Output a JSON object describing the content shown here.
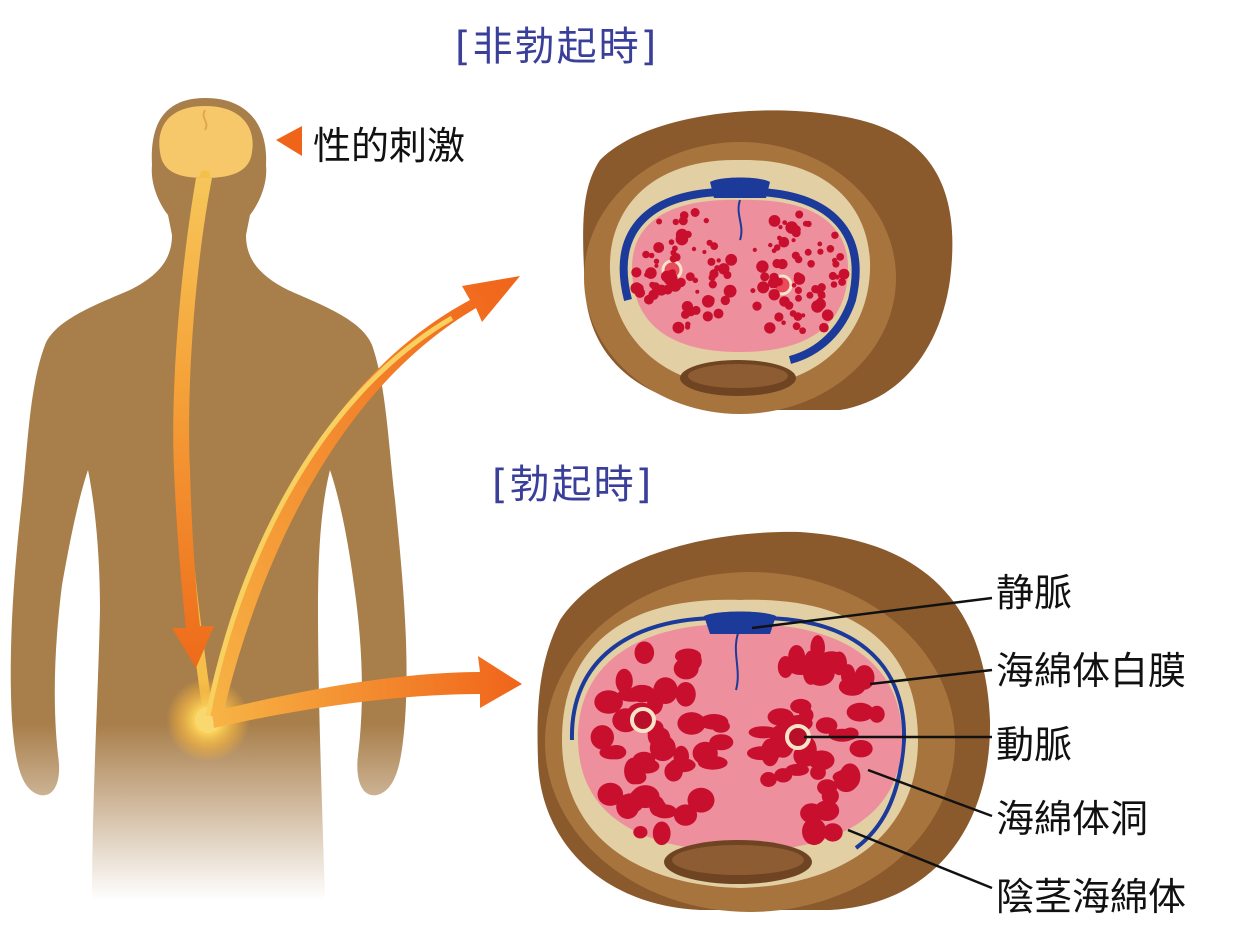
{
  "titles": {
    "flaccid": "[非勃起時]",
    "erect": "[勃起時]"
  },
  "stimulus": {
    "label": "性的刺激"
  },
  "labels": {
    "vein": "静脈",
    "tunica": "海綿体白膜",
    "artery": "動脈",
    "sinus": "海綿体洞",
    "corpus": "陰茎海綿体"
  },
  "colors": {
    "title": "#3a3f9a",
    "body": "#a87e4a",
    "brain": "#f7c86a",
    "arrow": "#f0731e",
    "nerve": "#f5c04a",
    "shaft_outer": "#9a6b3a",
    "tunica": "#f1e2c0",
    "vein_blue": "#1b3a9a",
    "tissue": "#ee8f9e",
    "sinus_red": "#c8102e"
  }
}
